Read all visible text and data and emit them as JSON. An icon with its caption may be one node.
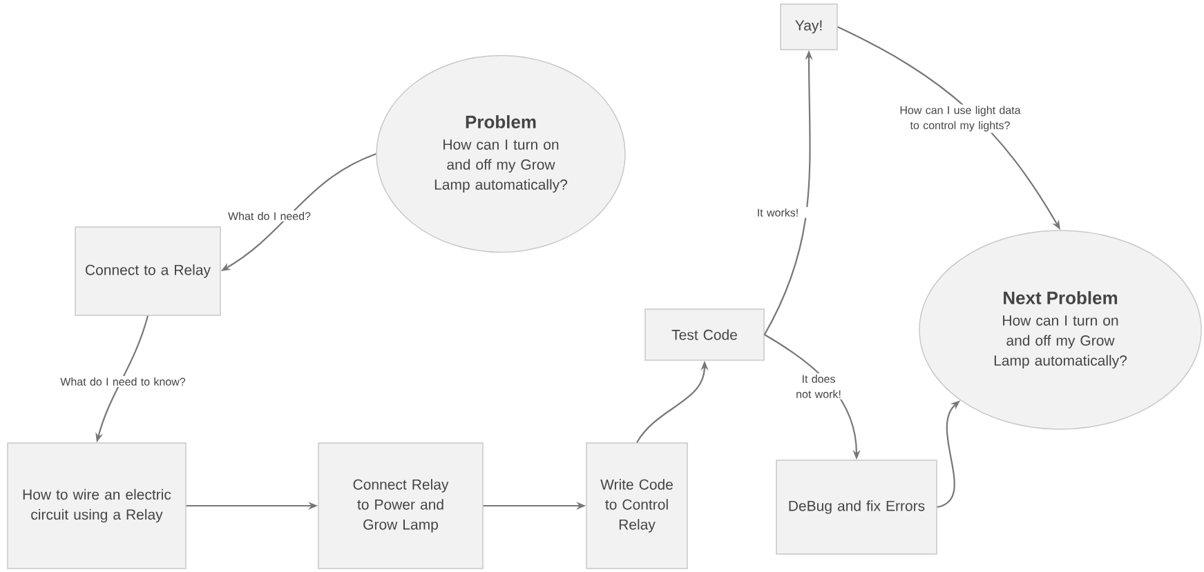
{
  "diagram": {
    "nodes": [
      {
        "text": [
          "Problem",
          "How can I turn on and off my Grow Lamp automatically?"
        ]
      },
      {
        "text": [
          "Connect to a Relay"
        ]
      },
      {
        "text": [
          "How to wire an electric circuit using a Relay"
        ]
      },
      {
        "text": [
          "Connect Relay to Power and Grow Lamp"
        ]
      },
      {
        "text": [
          "Write Code to Control Relay"
        ]
      },
      {
        "text": [
          "Test Code"
        ]
      },
      {
        "text": [
          "Yay!"
        ]
      },
      {
        "text": [
          "Next Problem",
          "How can I turn on and off my Grow Lamp automatically?"
        ]
      },
      {
        "text": [
          "DeBug and fix Errors"
        ]
      }
    ],
    "edges": [
      {
        "from": 0,
        "to": 1,
        "arrow": "to",
        "label": "What do I need?"
      },
      {
        "from": 1,
        "to": 2,
        "arrow": "to",
        "label": "What do I need to know?"
      },
      {
        "from": 2,
        "to": 3,
        "arrow": "to"
      },
      {
        "from": 3,
        "to": 4,
        "arrow": "to"
      },
      {
        "from": 4,
        "to": 5,
        "arrow": "to"
      },
      {
        "from": 5,
        "to": 6,
        "arrow": "to",
        "label": "It works!"
      },
      {
        "from": 5,
        "to": 8,
        "arrow": "to",
        "label": "It does not work!"
      },
      {
        "from": 6,
        "to": 7,
        "arrow": "to",
        "label": "How can I use light data to control my lights?"
      },
      {
        "from": 8,
        "to": 7,
        "arrow": "to"
      }
    ]
  }
}
